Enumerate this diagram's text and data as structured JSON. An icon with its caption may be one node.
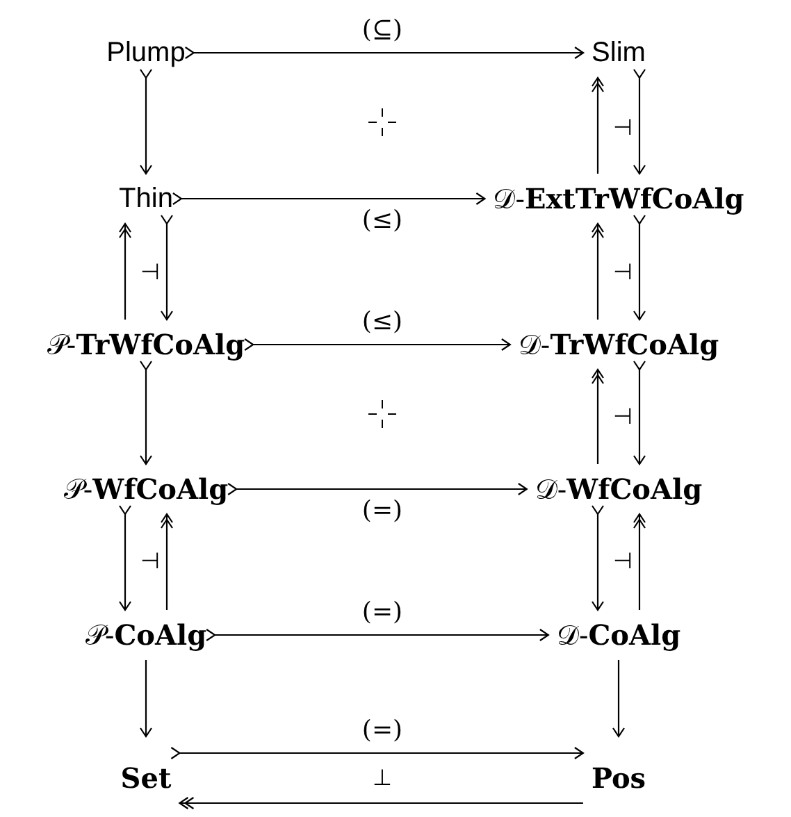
{
  "diagram": {
    "nodes": [
      {
        "text": [
          "Plump"
        ]
      },
      {
        "text": [
          "Slim"
        ]
      },
      {
        "text": [
          "Thin"
        ]
      },
      {
        "text": [
          "𝒟-**ExtTrWfCoAlg**"
        ]
      },
      {
        "text": [
          "𝒫-**TrWfCoAlg**"
        ]
      },
      {
        "text": [
          "𝒟-**TrWfCoAlg**"
        ]
      },
      {
        "text": [
          "𝒫-**WfCoAlg**"
        ]
      },
      {
        "text": [
          "𝒟-**WfCoAlg**"
        ]
      },
      {
        "text": [
          "𝒫-**CoAlg**"
        ]
      },
      {
        "text": [
          "𝒟-**CoAlg**"
        ]
      },
      {
        "text": [
          "Set"
        ]
      },
      {
        "text": [
          "Pos"
        ]
      }
    ],
    "edges": [
      {
        "from": 0,
        "to": 1,
        "arrow": "to",
        "label": "(⊆)"
      },
      {
        "from": 0,
        "to": 2,
        "arrow": "to"
      },
      {
        "from": 3,
        "to": 1,
        "arrow": "to"
      },
      {
        "from": 1,
        "to": 3,
        "arrow": "to"
      },
      {
        "from": 2,
        "to": 3,
        "arrow": "to",
        "label": "(≤)"
      },
      {
        "from": 4,
        "to": 2,
        "arrow": "to"
      },
      {
        "from": 2,
        "to": 4,
        "arrow": "to"
      },
      {
        "from": 5,
        "to": 3,
        "arrow": "to"
      },
      {
        "from": 3,
        "to": 5,
        "arrow": "to"
      },
      {
        "from": 4,
        "to": 5,
        "arrow": "to",
        "label": "(≤)"
      },
      {
        "from": 4,
        "to": 6,
        "arrow": "to"
      },
      {
        "from": 7,
        "to": 5,
        "arrow": "to"
      },
      {
        "from": 5,
        "to": 7,
        "arrow": "to"
      },
      {
        "from": 6,
        "to": 7,
        "arrow": "to",
        "label": "(=)"
      },
      {
        "from": 6,
        "to": 8,
        "arrow": "to"
      },
      {
        "from": 8,
        "to": 6,
        "arrow": "to"
      },
      {
        "from": 7,
        "to": 9,
        "arrow": "to"
      },
      {
        "from": 9,
        "to": 7,
        "arrow": "to"
      },
      {
        "from": 8,
        "to": 9,
        "arrow": "to",
        "label": "(=)"
      },
      {
        "from": 8,
        "to": 10,
        "arrow": "to"
      },
      {
        "from": 9,
        "to": 11,
        "arrow": "to"
      },
      {
        "from": 10,
        "to": 11,
        "arrow": "to",
        "label": "(=)"
      },
      {
        "from": 11,
        "to": 10,
        "arrow": "to"
      }
    ],
    "labels": [
      "⊣",
      "⊣",
      "⊣",
      "⊣",
      "⊣",
      "⊣",
      "⊥"
    ]
  }
}
